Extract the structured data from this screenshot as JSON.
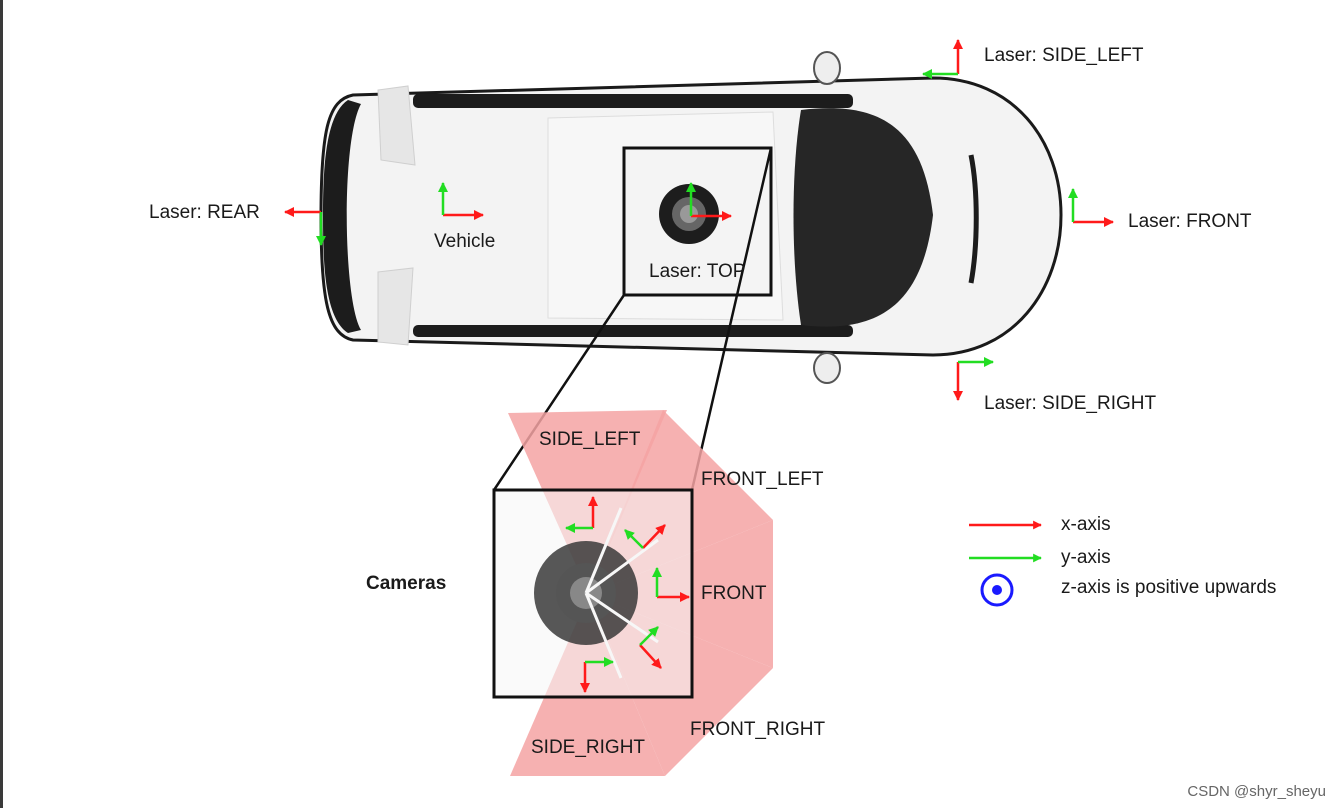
{
  "labels": {
    "laser_side_left": "Laser: SIDE_LEFT",
    "laser_rear": "Laser: REAR",
    "vehicle": "Vehicle",
    "laser_top": "Laser: TOP",
    "laser_front": "Laser: FRONT",
    "laser_side_right": "Laser: SIDE_RIGHT",
    "cam_side_left": "SIDE_LEFT",
    "cam_front_left": "FRONT_LEFT",
    "cam_front": "FRONT",
    "cam_front_right": "FRONT_RIGHT",
    "cam_side_right": "SIDE_RIGHT",
    "cameras": "Cameras"
  },
  "legend": {
    "x_axis": "x-axis",
    "y_axis": "y-axis",
    "z_axis": "z-axis is positive upwards"
  },
  "watermark": "CSDN @shyr_sheyu",
  "colors": {
    "x_axis": "#ff1a1a",
    "y_axis": "#22dd22",
    "z_axis": "#1a1aff",
    "camera_fov": "#f4a3a3",
    "car_body": "#f3f3f3",
    "window": "#222222"
  }
}
